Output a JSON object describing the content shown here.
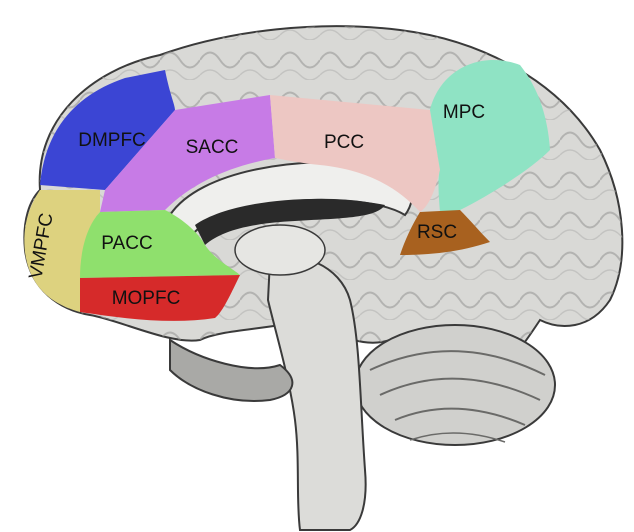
{
  "regions": [
    {
      "id": "dmpfc",
      "label": "DMPFC",
      "color": "#3b45d4"
    },
    {
      "id": "sacc",
      "label": "SACC",
      "color": "#c77be6"
    },
    {
      "id": "pcc",
      "label": "PCC",
      "color": "#edc7c3"
    },
    {
      "id": "mpc",
      "label": "MPC",
      "color": "#8fe3c4"
    },
    {
      "id": "rsc",
      "label": "RSC",
      "color": "#a8611f"
    },
    {
      "id": "vmpfc",
      "label": "VMPFC",
      "color": "#ddd27f"
    },
    {
      "id": "pacc",
      "label": "PACC",
      "color": "#8fe06d"
    },
    {
      "id": "mopfc",
      "label": "MOPFC",
      "color": "#d62a2a"
    }
  ],
  "colors": {
    "tissue": "#d9d9d6",
    "tissue_dark": "#8a8a88",
    "outline": "#3a3a3a",
    "ventricle": "#2a2a2a"
  }
}
